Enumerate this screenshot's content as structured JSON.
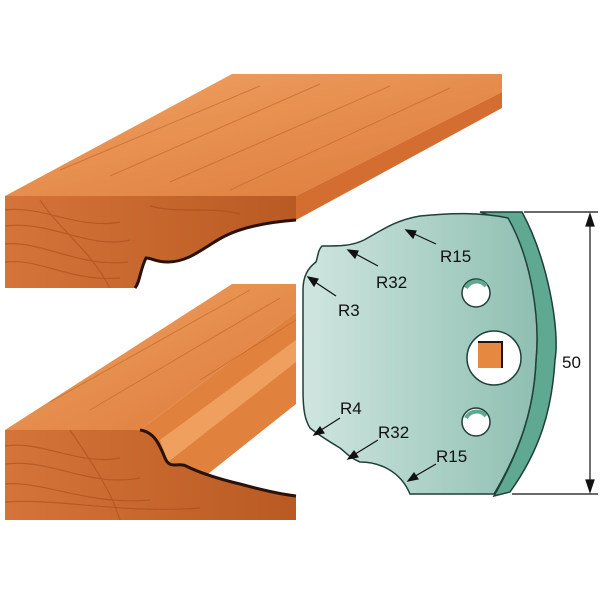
{
  "colors": {
    "wood_top": "#e8894a",
    "wood_face": "#c8642a",
    "wood_grain": "#a84d1c",
    "wood_side": "#f4a05e",
    "knife_face": "#a8cfc4",
    "knife_edge": "#5fa892",
    "knife_stroke": "#1f3f38",
    "profile_line": "#2a120a"
  },
  "labels": {
    "top_r15": "R15",
    "top_r32": "R32",
    "top_r3": "R3",
    "bottom_r4": "R4",
    "bottom_r32": "R32",
    "bottom_r15": "R15",
    "height": "50"
  }
}
